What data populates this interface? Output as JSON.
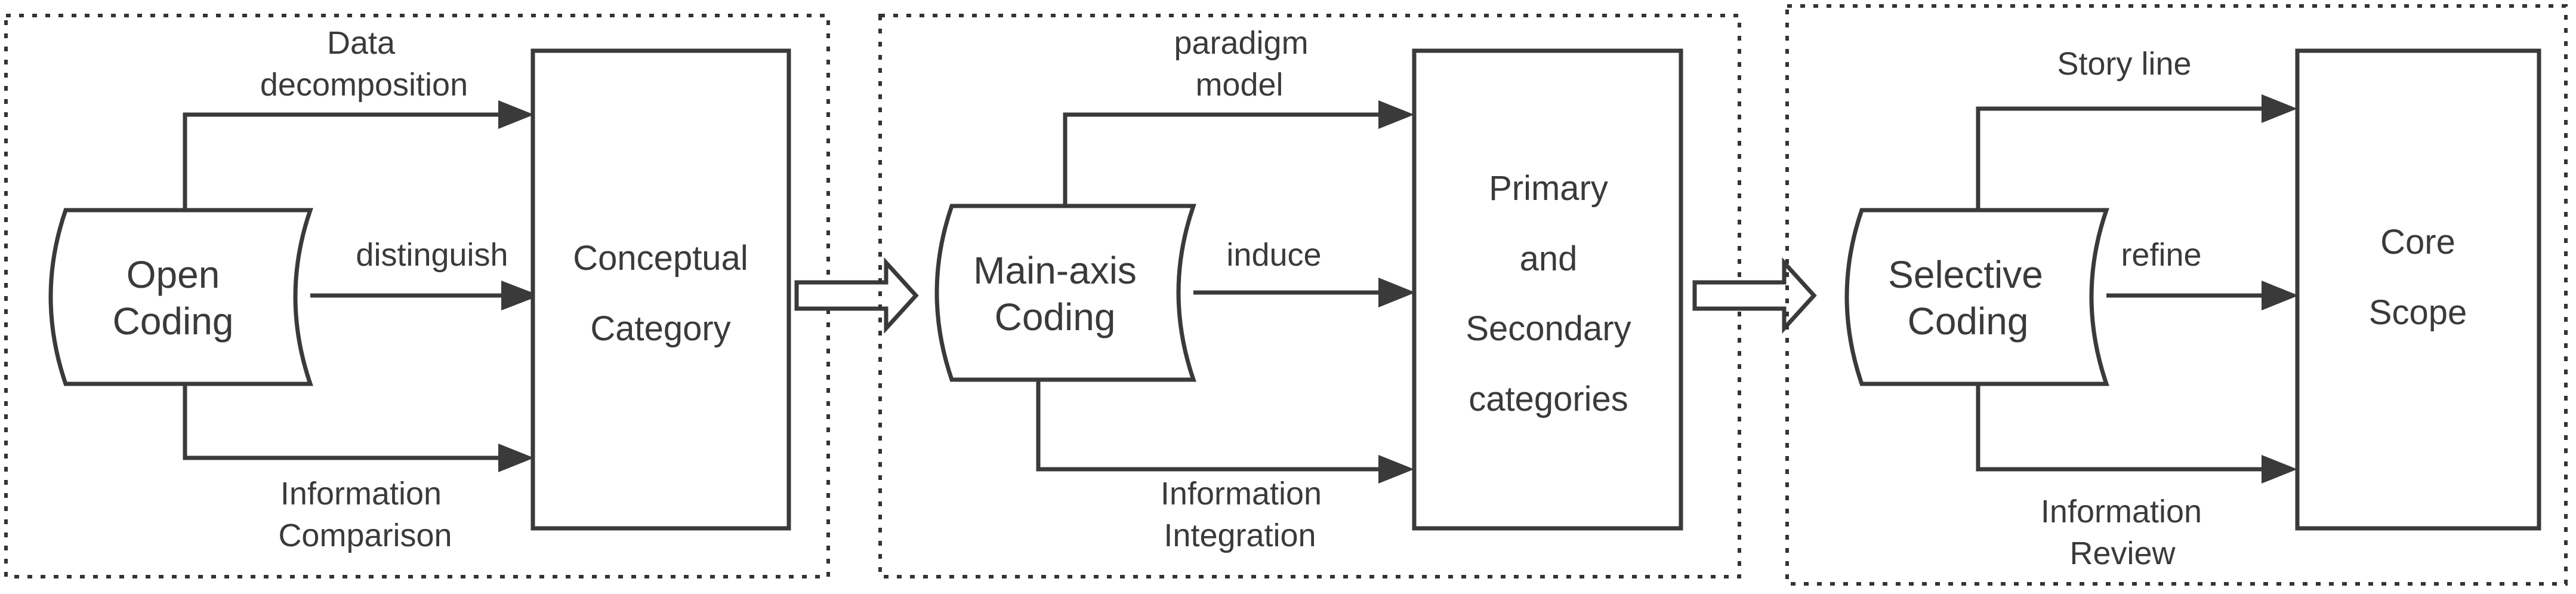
{
  "stages": [
    {
      "source": [
        "Open",
        "Coding"
      ],
      "target": [
        "Conceptual",
        "Category"
      ],
      "edges": {
        "top": [
          "Data",
          "decomposition"
        ],
        "middle": [
          "distinguish"
        ],
        "bottom": [
          "Information",
          "Comparison"
        ]
      }
    },
    {
      "source": [
        "Main-axis",
        "Coding"
      ],
      "target": [
        "Primary",
        "and",
        "Secondary",
        "categories"
      ],
      "edges": {
        "top": [
          "paradigm",
          "model"
        ],
        "middle": [
          "induce"
        ],
        "bottom": [
          "Information",
          "Integration"
        ]
      }
    },
    {
      "source": [
        "Selective",
        "Coding"
      ],
      "target": [
        "Core",
        "Scope"
      ],
      "edges": {
        "top": [
          "Story line"
        ],
        "middle": [
          "refine"
        ],
        "bottom": [
          "Information",
          "Review"
        ]
      }
    }
  ]
}
